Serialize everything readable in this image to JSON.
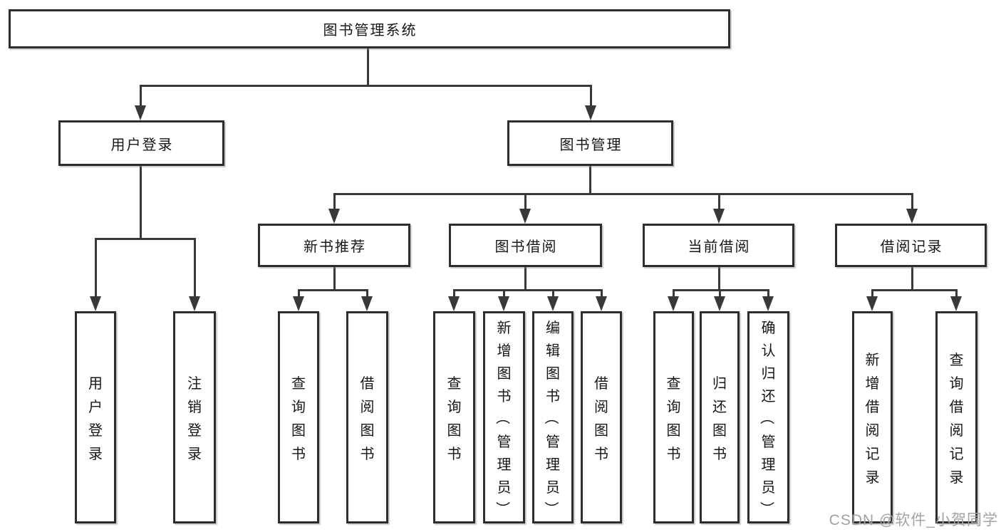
{
  "watermark": "CSDN @软件_小贺同学",
  "colors": {
    "line": "#383838",
    "box_border": "#2d2d2d",
    "text": "#161616",
    "watermark": "#a2a2a2",
    "background": "#ffffff"
  },
  "tree": {
    "id": "root",
    "label": "图书管理系统",
    "children": [
      {
        "id": "user-login",
        "label": "用户登录",
        "children": [
          {
            "id": "leaf-user-login",
            "label": "用户登录"
          },
          {
            "id": "leaf-logout",
            "label": "注销登录"
          }
        ]
      },
      {
        "id": "book-management",
        "label": "图书管理",
        "children": [
          {
            "id": "new-book-recommend",
            "label": "新书推荐",
            "children": [
              {
                "id": "leaf-query-books-1",
                "label": "查询图书"
              },
              {
                "id": "leaf-borrow-books-1",
                "label": "借阅图书"
              }
            ]
          },
          {
            "id": "book-borrowing",
            "label": "图书借阅",
            "children": [
              {
                "id": "leaf-query-books-2",
                "label": "查询图书"
              },
              {
                "id": "leaf-add-book-admin",
                "label": "新增图书（管理员）"
              },
              {
                "id": "leaf-edit-book-admin",
                "label": "编辑图书（管理员）"
              },
              {
                "id": "leaf-borrow-books-2",
                "label": "借阅图书"
              }
            ]
          },
          {
            "id": "current-borrowing",
            "label": "当前借阅",
            "children": [
              {
                "id": "leaf-query-books-3",
                "label": "查询图书"
              },
              {
                "id": "leaf-return-books",
                "label": "归还图书"
              },
              {
                "id": "leaf-confirm-return-admin",
                "label": "确认归还（管理员）"
              }
            ]
          },
          {
            "id": "borrowing-records",
            "label": "借阅记录",
            "children": [
              {
                "id": "leaf-add-borrow-record",
                "label": "新增借阅记录"
              },
              {
                "id": "leaf-query-borrow-record",
                "label": "查询借阅记录"
              }
            ]
          }
        ]
      }
    ]
  }
}
